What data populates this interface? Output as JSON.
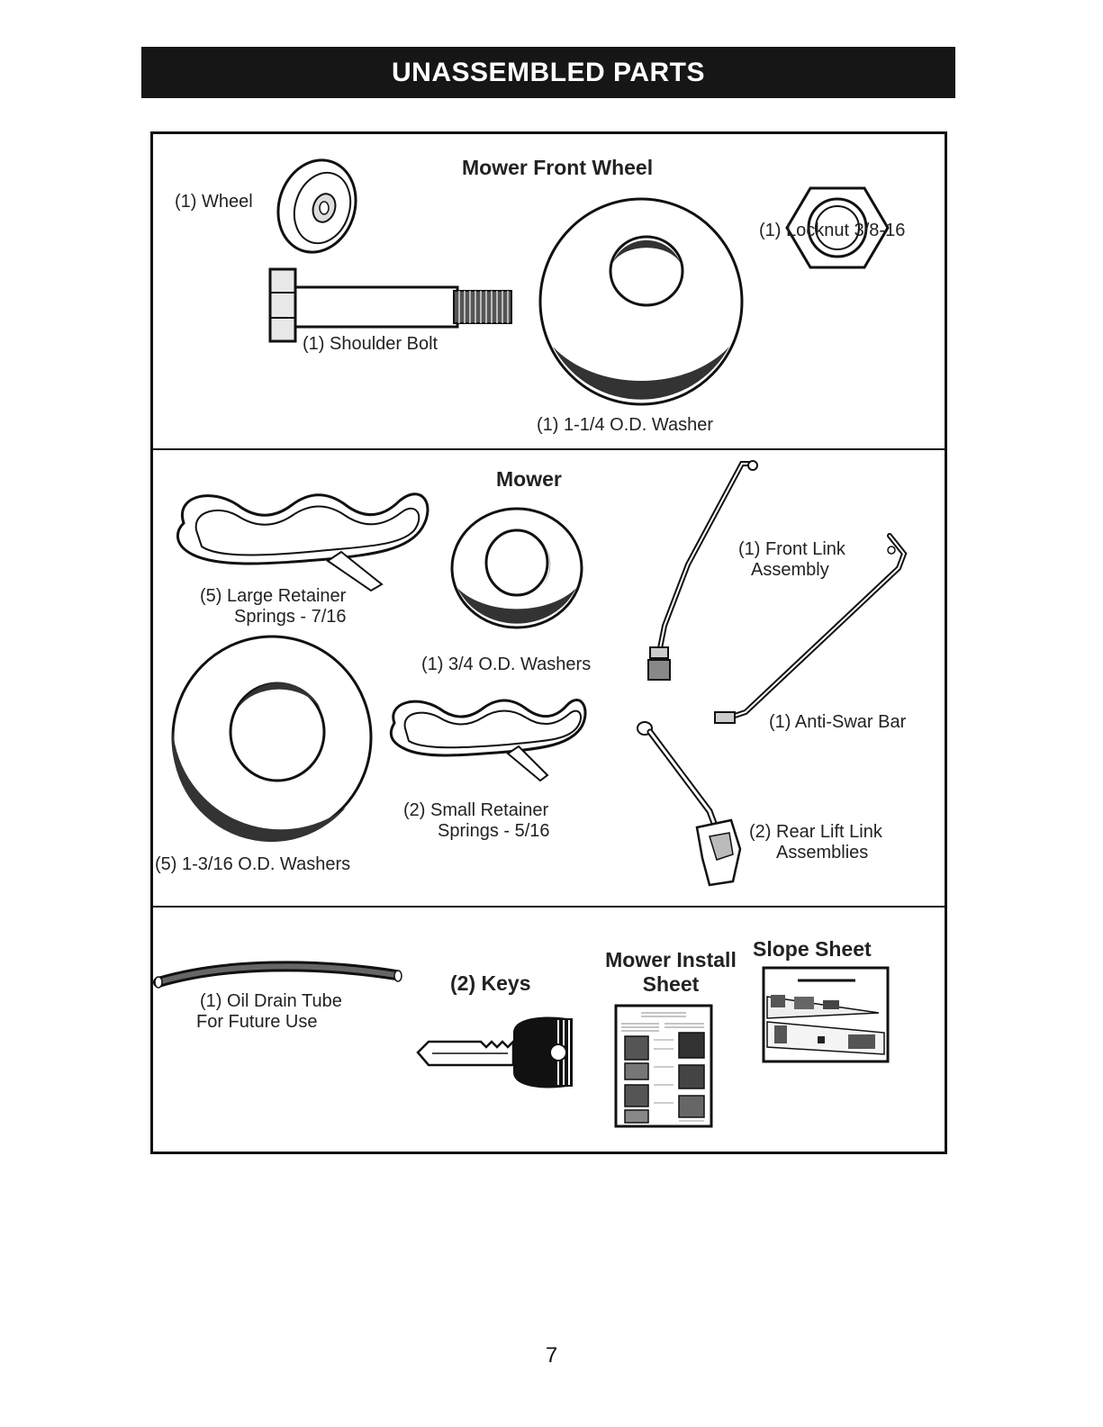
{
  "header": {
    "title": "UNASSEMBLED PARTS"
  },
  "sections": {
    "front_wheel": {
      "title": "Mower Front Wheel",
      "parts": {
        "wheel": "(1) Wheel",
        "shoulder_bolt": "(1) Shoulder Bolt",
        "washer": "(1) 1-1/4 O.D. Washer",
        "locknut": "(1) Locknut  3/8-16"
      }
    },
    "mower": {
      "title": "Mower",
      "parts": {
        "large_springs_line1": "(5)  Large Retainer",
        "large_springs_line2": "Springs - 7/16",
        "washers_34": "(1) 3/4 O.D. Washers",
        "front_link_line1": "(1) Front Link",
        "front_link_line2": "Assembly",
        "anti_sway": "(1) Anti-Swar Bar",
        "washers_1316": "(5) 1-3/16 O.D. Washers",
        "small_springs_line1": "(2)  Small Retainer",
        "small_springs_line2": "Springs - 5/16",
        "rear_lift_line1": "(2) Rear Lift Link",
        "rear_lift_line2": "Assemblies"
      }
    },
    "misc": {
      "parts": {
        "oil_tube_line1": "(1) Oil Drain Tube",
        "oil_tube_line2": "For Future Use",
        "keys": "(2) Keys",
        "install_sheet_line1": "Mower Install",
        "install_sheet_line2": "Sheet",
        "slope_sheet": "Slope Sheet"
      }
    }
  },
  "footer": {
    "page_number": "7"
  }
}
